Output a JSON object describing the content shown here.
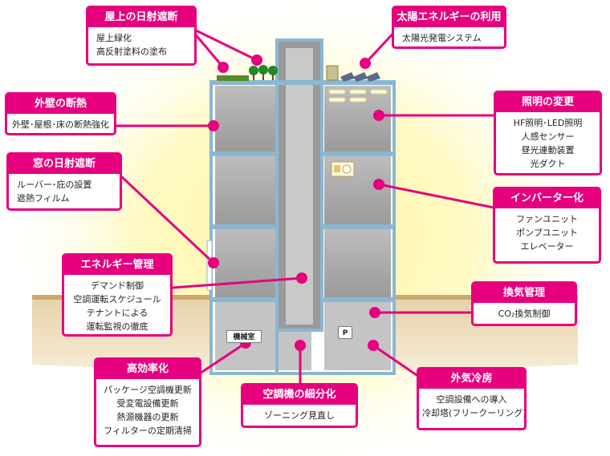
{
  "colors": {
    "accent": "#e6007e",
    "building_frame": "#8ab7d2",
    "floor_fill": "#a7a7a7",
    "ground": "#f0e2c7",
    "sky_glow": "#fff6a0"
  },
  "building": {
    "machine_room_label": "機械室",
    "parking_label": "P"
  },
  "cards": {
    "roof_shading": {
      "title": "屋上の日射遮断",
      "items": [
        "屋上緑化",
        "高反射塗料の塗布"
      ]
    },
    "solar": {
      "title": "太陽エネルギーの利用",
      "items": [
        "太陽光発電システム"
      ]
    },
    "wall_insulation": {
      "title": "外壁の断熱",
      "items": [
        "外壁･屋根･床の断熱強化"
      ]
    },
    "lighting": {
      "title": "照明の変更",
      "items": [
        "HF照明･LED照明",
        "人感センサー",
        "昼光連動装置",
        "光ダクト"
      ]
    },
    "window_shading": {
      "title": "窓の日射遮断",
      "items": [
        "ルーバー･庇の設置",
        "遮熱フィルム"
      ]
    },
    "inverter": {
      "title": "インバーター化",
      "items": [
        "ファンユニット",
        "ポンプユニット",
        "エレベーター"
      ]
    },
    "energy_mgmt": {
      "title": "エネルギー管理",
      "items": [
        "デマンド制御",
        "空調運転スケジュール",
        "テナントによる",
        "運転監視の徹底"
      ]
    },
    "ventilation": {
      "title": "換気管理",
      "items": [
        "CO₂換気制御"
      ]
    },
    "efficiency": {
      "title": "高効率化",
      "items": [
        "パッケージ空調機更新",
        "受変電設備更新",
        "熱源機器の更新",
        "フィルターの定期清掃"
      ]
    },
    "ac_zoning": {
      "title": "空調機の細分化",
      "items": [
        "ゾーニング見直し"
      ]
    },
    "free_cooling": {
      "title": "外気冷房",
      "items": [
        "空調設備への導入",
        "冷却塔(フリークーリング)"
      ]
    }
  }
}
